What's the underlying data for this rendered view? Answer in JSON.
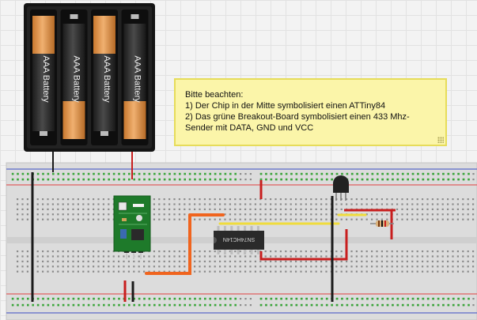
{
  "note": {
    "lines": [
      "Bitte beachten:",
      "1) Der Chip in der Mitte symbolisiert einen ATTiny84",
      "2) Das grüne Breakout-Board symbolisiert einen 433 Mhz-Sender mit DATA, GND und VCC"
    ]
  },
  "battery_pack": {
    "cell_label": "AAA Battery",
    "cell_count": 4
  },
  "chip": {
    "label": "SN74HC14N"
  },
  "colors": {
    "breadboard": "#dcdcdc",
    "rail_red": "#e04040",
    "rail_blue": "#3a4cc4",
    "wire_black": "#1a1a1a",
    "wire_red": "#c81e1e",
    "wire_orange": "#f0641e",
    "wire_yellow": "#f0dc3c",
    "board_green": "#1e7a2a",
    "note_background": "#fbf5a9"
  }
}
